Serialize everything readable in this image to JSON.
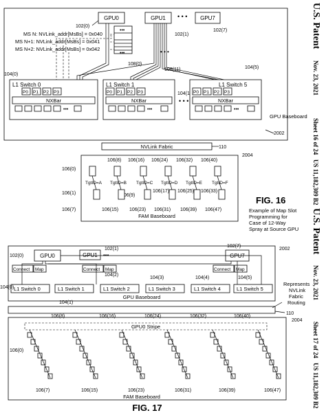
{
  "header": {
    "patent_label": "U.S. Patent",
    "date": "Nov. 23, 2021",
    "sheet1": "Sheet 16 of 24",
    "sheet2": "Sheet 17 of 24",
    "patent_no": "US 11,182,309 B2"
  },
  "fig16": {
    "gpus": [
      "GPU0",
      "GPU1",
      "GPU7"
    ],
    "dots": "• • •",
    "refs": {
      "gpu0": "102(0)",
      "gpu1": "102(1)",
      "gpu7": "102(7)",
      "r108_0": "108(0)",
      "r108_11": "108(11)",
      "r104_0": "104(0)",
      "r104_1": "104(1)",
      "r104_5": "104(5)",
      "baseboard_no": "2002",
      "fabric_no": "110",
      "fam_no": "2004",
      "r106_0": "106(0)",
      "r106_1": "106(1)",
      "r106_7": "106(7)"
    },
    "ms_lines": [
      "MS N: NVLink_addr[MsBs] = 0x040",
      "MS N+1: NVLink_addr[MsBs] = 0x041",
      "MS N+2: NVLink_addr[MsBs] = 0x042"
    ],
    "switches": [
      "L1 Switch 0",
      "L1 Switch 1",
      "L1 Switch 5"
    ],
    "ports": [
      "P0",
      "P1",
      "P2",
      "P3"
    ],
    "nxbar": "NXBar",
    "gpu_baseboard": "GPU\nBaseboard",
    "fabric": "NVLink Fabric",
    "fam_top_refs": [
      "106(8)",
      "106(16)",
      "106(24)",
      "106(32)",
      "106(40)"
    ],
    "fam_mid_refs": [
      "106(17)",
      "106(25)",
      "106(33)"
    ],
    "fam_low_refs": [
      "106(9)"
    ],
    "fam_bottom_refs": [
      "106(15)",
      "106(23)",
      "106(31)",
      "106(39)",
      "106(47)"
    ],
    "tgtids": [
      "TgtID=A",
      "TgtID=B",
      "TgtID=C",
      "TgtID=D",
      "TgtID=E",
      "TgtID=F"
    ],
    "fam_baseboard": "FAM Baseboard",
    "fig_label": "FIG. 16",
    "caption": [
      "Example of Map Slot",
      "Programming for",
      "Case of 12-Way",
      "Spray at Source GPU"
    ]
  },
  "fig17": {
    "gpus": [
      "GPU0",
      "GPU1",
      "GPU7"
    ],
    "refs": {
      "gpu0": "102(0)",
      "gpu1": "102(1)",
      "gpu7": "102(7)",
      "baseboard_no": "2002",
      "r104_0": "104(0)",
      "r104_1": "104(1)",
      "r104_2": "104(2)",
      "r104_3": "104(3)",
      "r104_4": "104(4)",
      "r104_5": "104(5)",
      "fabric_no": "110",
      "fam_no": "2004",
      "r106_0": "106(0)",
      "top": [
        "106(8)",
        "106(16)",
        "106(24)",
        "106(32)",
        "106(40)"
      ],
      "bottom": [
        "106(7)",
        "106(15)",
        "106(23)",
        "106(31)",
        "106(39)",
        "106(47)"
      ]
    },
    "connect": "Connect",
    "map": "Map",
    "switches": [
      "L1 Switch 0",
      "L1 Switch 1",
      "L1 Switch 2",
      "L1 Switch 3",
      "L1 Switch 4",
      "L1 Switch 5"
    ],
    "gpu_baseboard": "GPU Baseboard",
    "represents": [
      "Represents",
      "NVLink",
      "Fabric",
      "Routing"
    ],
    "stripe": "GPU0 Stripe",
    "fam_baseboard": "FAM Baseboard",
    "fig_label": "FIG. 17"
  }
}
